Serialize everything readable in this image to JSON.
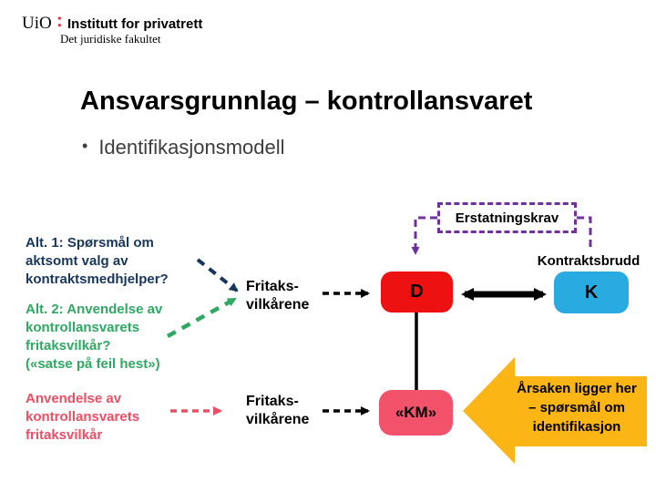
{
  "slide": {
    "logo": {
      "institution": "UiO",
      "colon": ":",
      "department": "Institutt for privatrett",
      "faculty": "Det juridiske fakultet"
    },
    "title": "Ansvarsgrunnlag – kontrollansvaret",
    "bullet_marker": "•",
    "bullet_text": "Identifikasjonsmodell"
  },
  "diagram": {
    "erstatningskrav": "Erstatningskrav",
    "kontraktsbrudd": "Kontraktsbrudd",
    "debitor": "D",
    "kreditor": "K",
    "km": "«KM»",
    "fritaks_top": {
      "line1": "Fritaks-",
      "line2": "vilkårene"
    },
    "fritaks_bottom": {
      "line1": "Fritaks-",
      "line2": "vilkårene"
    },
    "alt1_lines": [
      "Alt. 1: Spørsmål om",
      "aktsomt valg av",
      "kontraktsmedhjelper?"
    ],
    "alt2_lines": [
      "Alt. 2: Anvendelse av",
      "kontrollansvarets",
      "fritaksvilkår?",
      "(«satse på feil hest»)"
    ],
    "anvendelse_lines": [
      "Anvendelse av",
      "kontrollansvarets",
      "fritaksvilkår"
    ],
    "arsaken_lines": [
      "Årsaken ligger her",
      "– spørsmål om",
      "identifikasjon"
    ]
  },
  "colors": {
    "uio_red": "#D6283C",
    "title_text": "#000000",
    "bullet_text": "#3d3d3d",
    "navy_note": "#17365D",
    "green_note": "#2EA863",
    "pink_note": "#EE4E64",
    "purple_dashed": "#7030A0",
    "d_box": "#EE1111",
    "k_box": "#29ABE2",
    "km_box": "#F2536B",
    "gold_arrow": "#FBB515",
    "connector_black": "#000000"
  }
}
